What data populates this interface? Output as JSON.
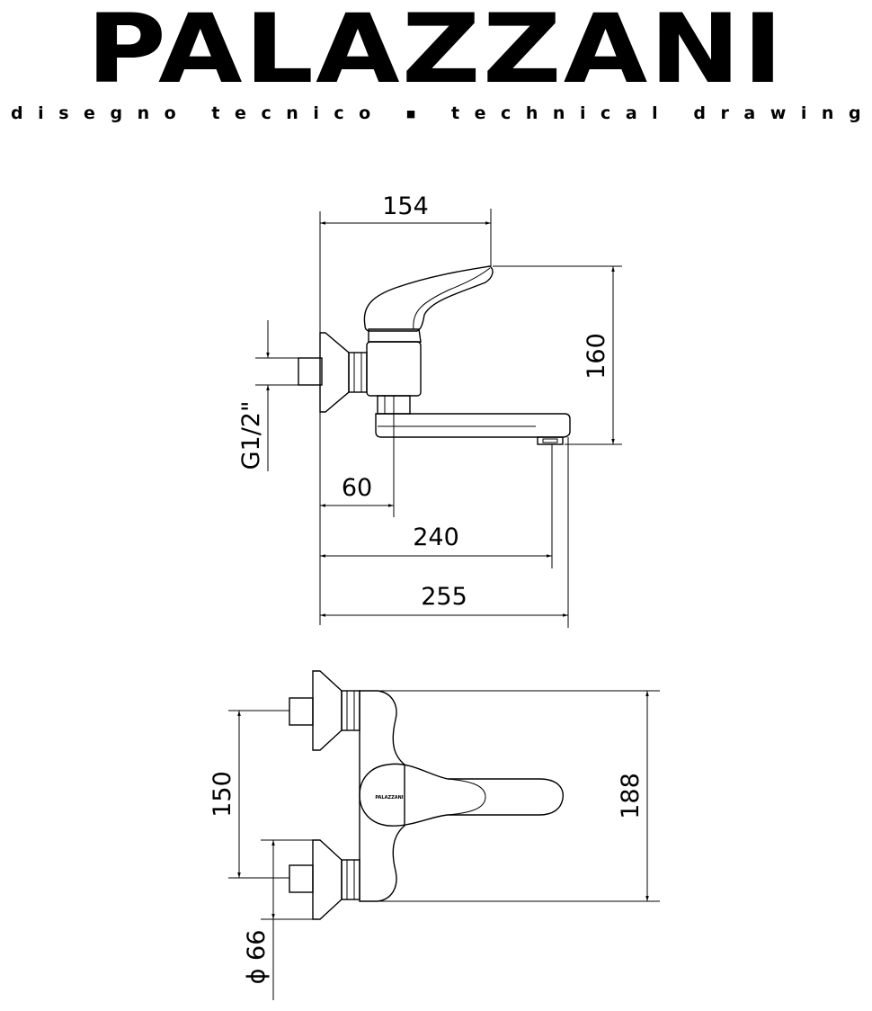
{
  "brand": {
    "name": "PALAZZANI"
  },
  "subtitle": {
    "text": "disegno tecnico ■ technical drawing"
  },
  "dimensions": {
    "top_width": "154",
    "height": "160",
    "thread": "G1/2\"",
    "wall_offset": "60",
    "spout_reach": "240",
    "total_length": "255",
    "centers": "150",
    "plan_height": "188",
    "flange_diameter": "ϕ 66"
  },
  "handle_logo": "PALAZZANI"
}
